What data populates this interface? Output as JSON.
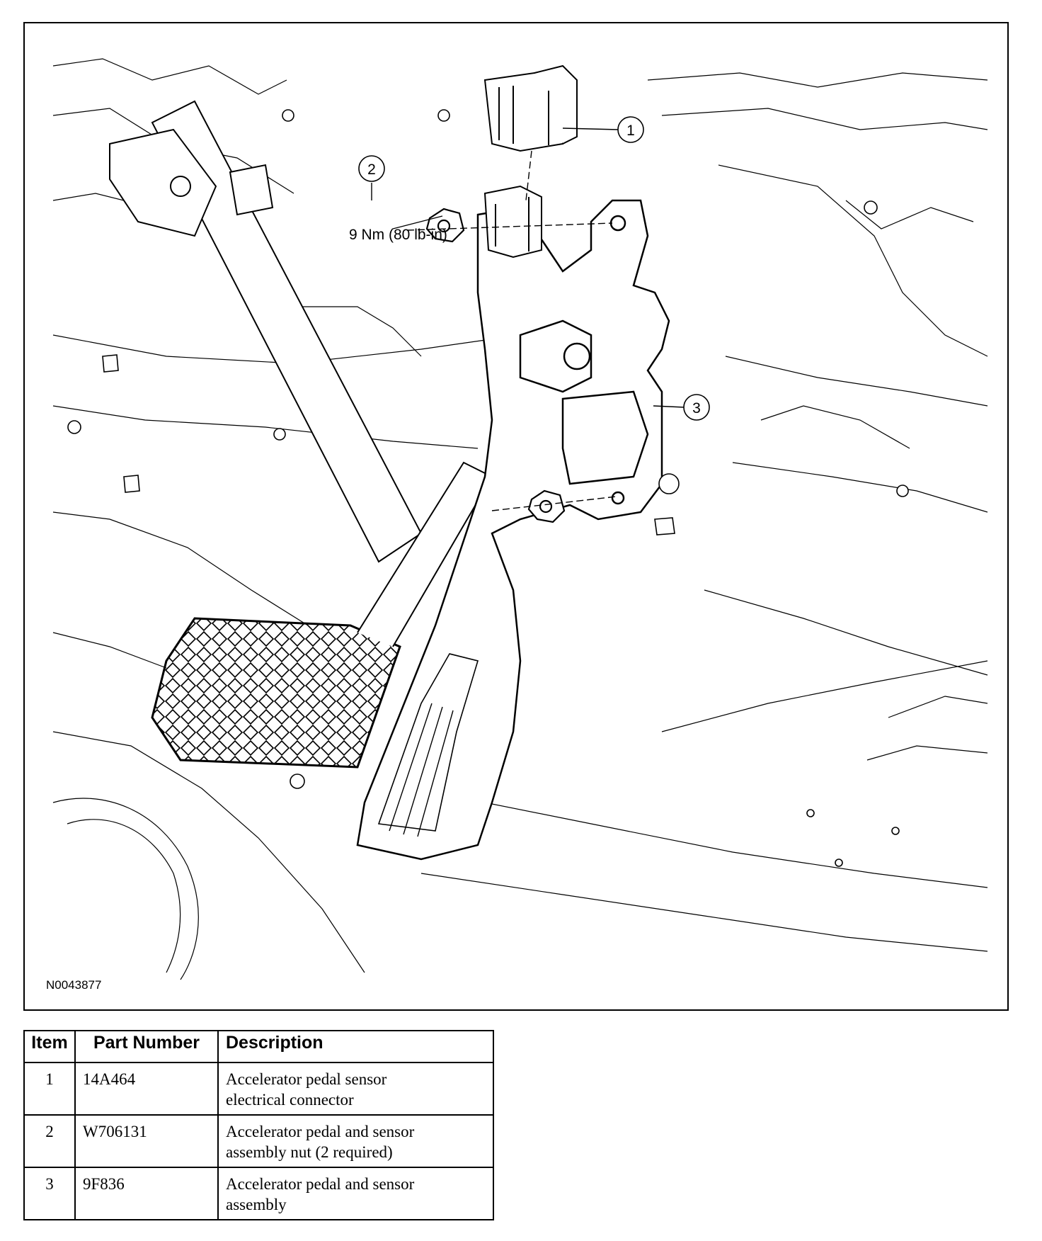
{
  "figure": {
    "id": "N0043877",
    "callouts": [
      {
        "number": "1"
      },
      {
        "number": "2",
        "note": "9 Nm (80 lb-in)"
      },
      {
        "number": "3"
      }
    ]
  },
  "table": {
    "headers": {
      "item": "Item",
      "part_number": "Part Number",
      "description": "Description"
    },
    "rows": [
      {
        "item": "1",
        "part_number": "14A464",
        "description_line1": "Accelerator pedal sensor",
        "description_line2": "electrical connector"
      },
      {
        "item": "2",
        "part_number": "W706131",
        "description_line1": "Accelerator pedal and sensor",
        "description_line2": "assembly nut (2 required)"
      },
      {
        "item": "3",
        "part_number": "9F836",
        "description_line1": "Accelerator pedal and sensor",
        "description_line2": "assembly"
      }
    ]
  },
  "colors": {
    "line": "#000000",
    "background": "#ffffff"
  }
}
